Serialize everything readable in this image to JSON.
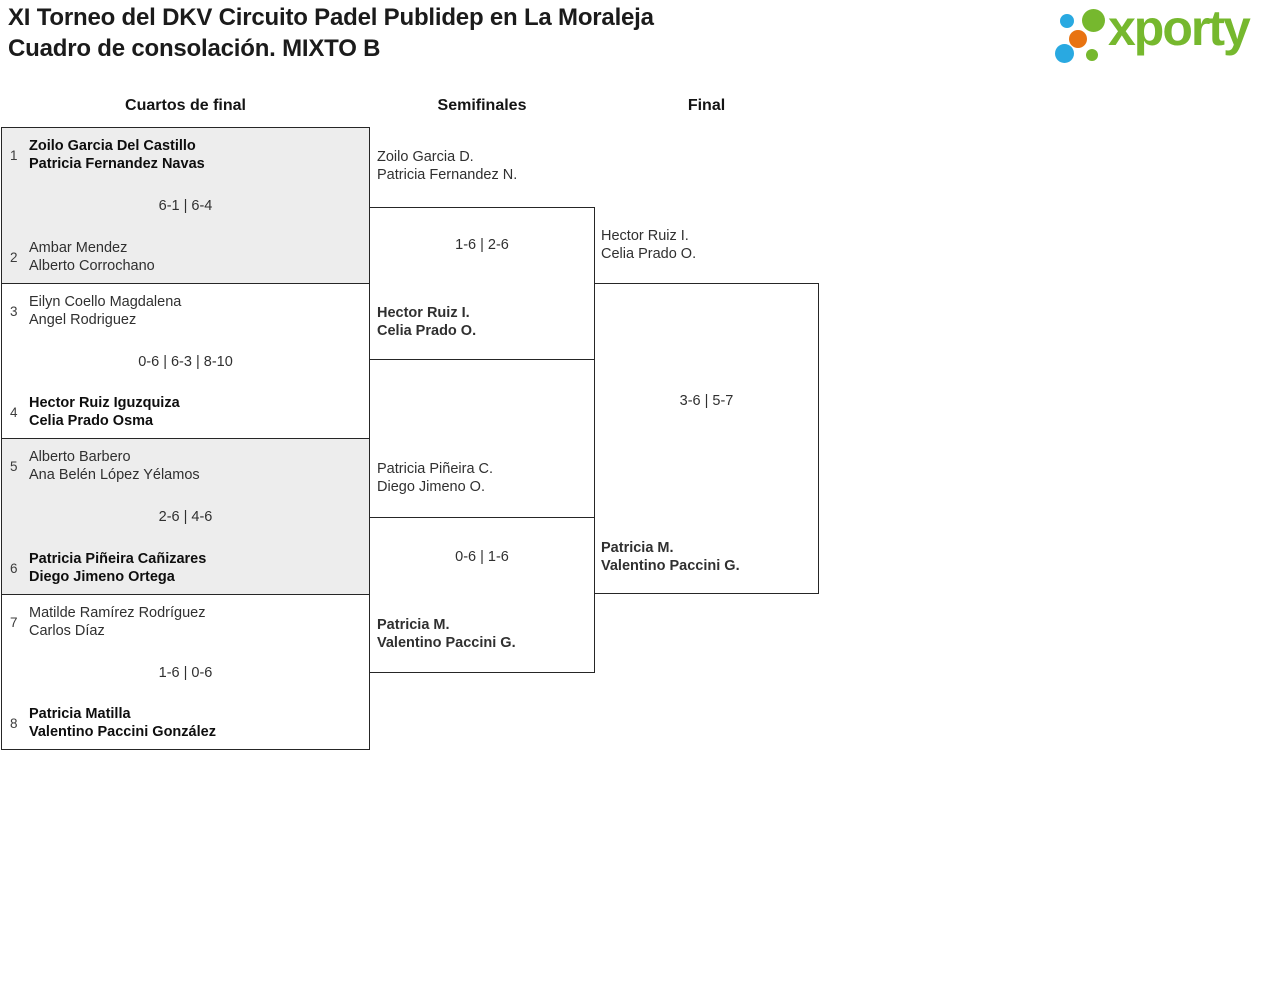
{
  "header": {
    "title_line1": "XI Torneo del DKV Circuito Padel Publidep en La Moraleja",
    "title_line2": "Cuadro de consolación. MIXTO B",
    "logo": {
      "text": "xporty",
      "green": "#76b82e",
      "blue": "#29a9e1",
      "orange": "#e87311"
    }
  },
  "rounds": [
    {
      "label": "Cuartos de final"
    },
    {
      "label": "Semifinales"
    },
    {
      "label": "Final"
    }
  ],
  "bracket": {
    "quarterfinals": [
      {
        "seed_top": "1",
        "team_top": [
          "Zoilo Garcia Del Castillo",
          "Patricia Fernandez Navas"
        ],
        "top_winner": true,
        "score": "6-1 | 6-4",
        "seed_bottom": "2",
        "team_bottom": [
          "Ambar Mendez",
          "Alberto Corrochano"
        ],
        "bottom_winner": false
      },
      {
        "seed_top": "3",
        "team_top": [
          "Eilyn Coello Magdalena",
          "Angel Rodriguez"
        ],
        "top_winner": false,
        "score": "0-6 | 6-3 | 8-10",
        "seed_bottom": "4",
        "team_bottom": [
          "Hector Ruiz Iguzquiza",
          "Celia Prado Osma"
        ],
        "bottom_winner": true
      },
      {
        "seed_top": "5",
        "team_top": [
          "Alberto Barbero",
          "Ana Belén López Yélamos"
        ],
        "top_winner": false,
        "score": "2-6 | 4-6",
        "seed_bottom": "6",
        "team_bottom": [
          "Patricia Piñeira Cañizares",
          "Diego Jimeno Ortega"
        ],
        "bottom_winner": true
      },
      {
        "seed_top": "7",
        "team_top": [
          "Matilde Ramírez Rodríguez",
          "Carlos Díaz"
        ],
        "top_winner": false,
        "score": "1-6 | 0-6",
        "seed_bottom": "8",
        "team_bottom": [
          "Patricia Matilla",
          "Valentino Paccini González"
        ],
        "bottom_winner": true
      }
    ],
    "semifinals": [
      {
        "team_top": [
          "Zoilo Garcia D.",
          "Patricia Fernandez N."
        ],
        "top_winner": false,
        "score": "1-6 | 2-6",
        "team_bottom": [
          "Hector Ruiz I.",
          "Celia Prado O."
        ],
        "bottom_winner": true
      },
      {
        "team_top": [
          "Patricia Piñeira C.",
          "Diego Jimeno O."
        ],
        "top_winner": false,
        "score": "0-6 | 1-6",
        "team_bottom": [
          "Patricia M.",
          "Valentino Paccini G."
        ],
        "bottom_winner": true
      }
    ],
    "final": {
      "team_top": [
        "Hector Ruiz I.",
        "Celia Prado O."
      ],
      "top_winner": false,
      "score": "3-6 | 5-7",
      "team_bottom": [
        "Patricia M.",
        "Valentino Paccini G."
      ],
      "bottom_winner": true
    }
  }
}
